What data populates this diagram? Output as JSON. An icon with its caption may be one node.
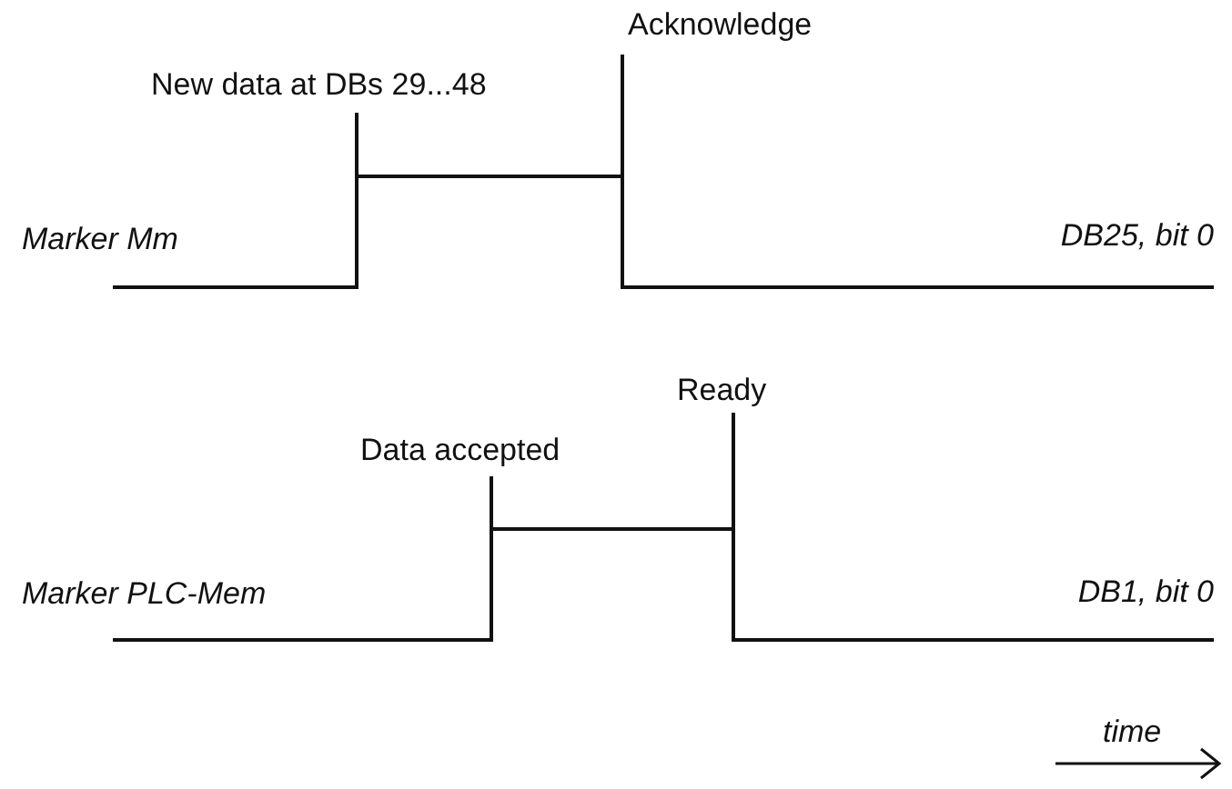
{
  "diagram": {
    "labels": [
      "Acknowledge",
      "New data at DBs 29...48",
      "Marker Mm",
      "DB25, bit 0",
      "Ready",
      "Data accepted",
      "Marker PLC-Mem",
      "DB1, bit 0",
      "time"
    ]
  }
}
